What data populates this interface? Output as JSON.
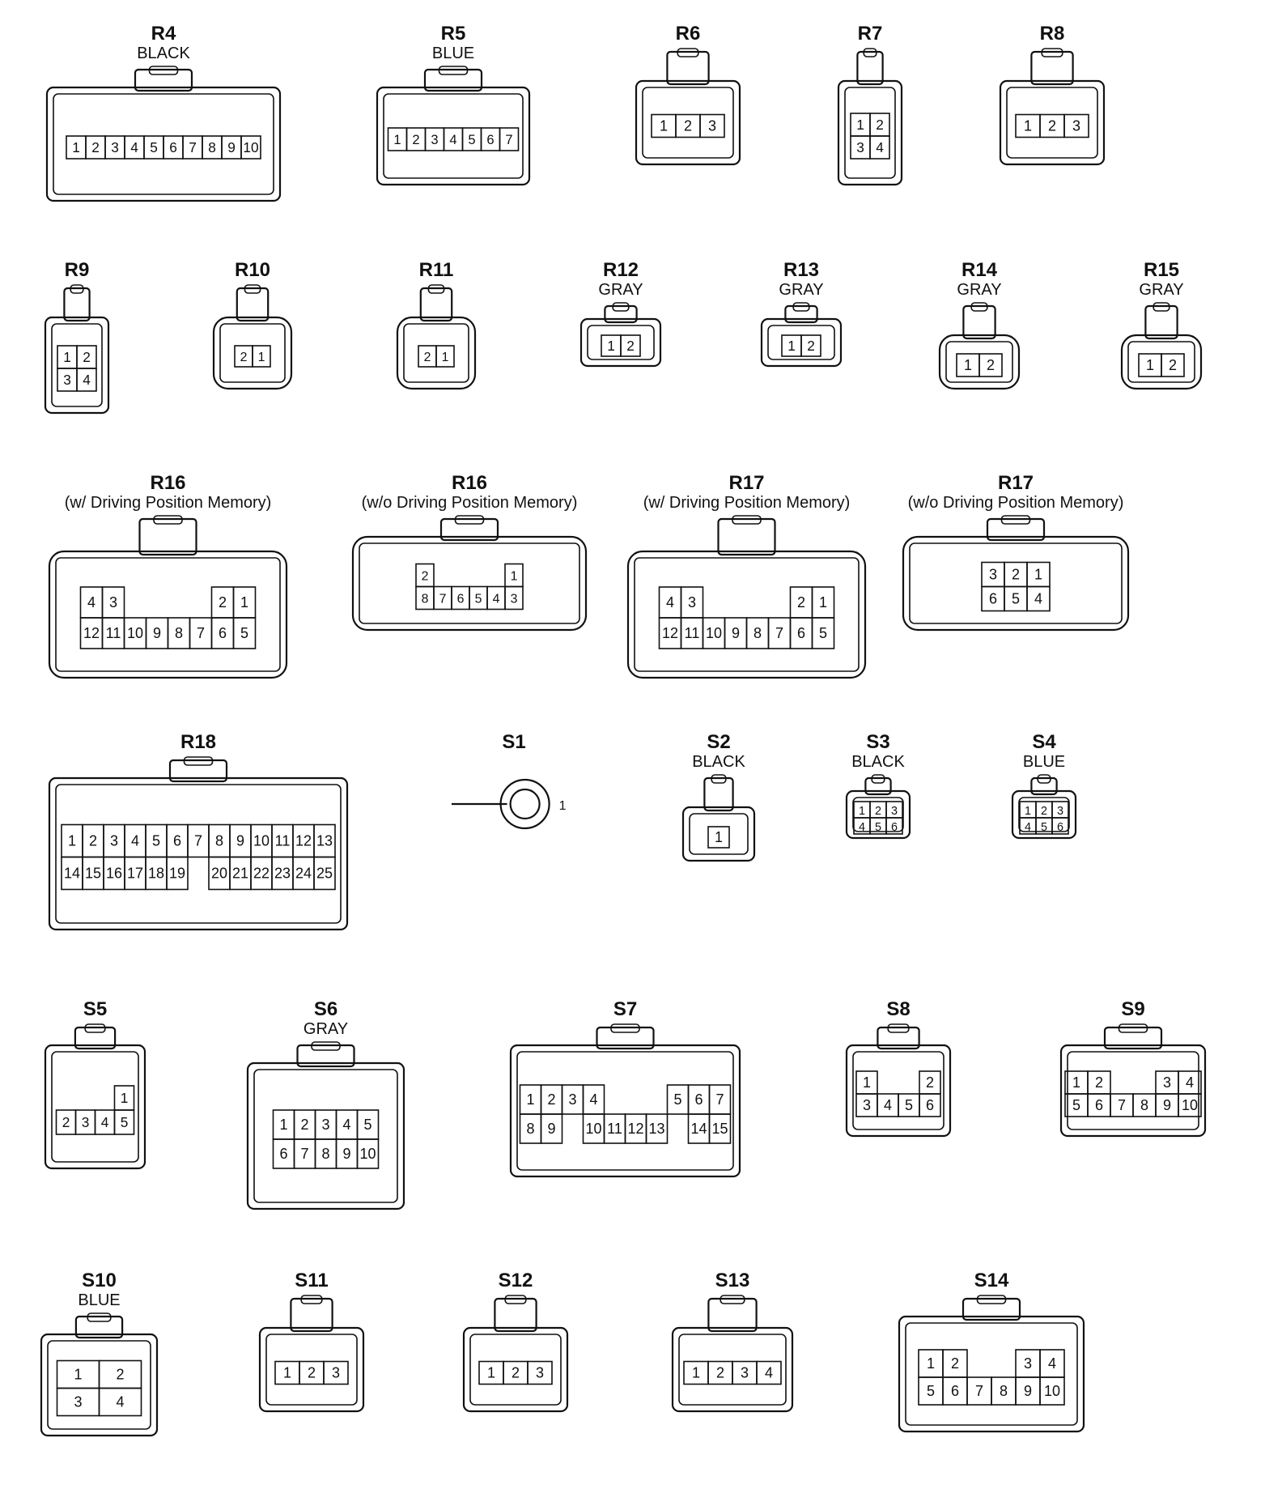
{
  "connectors": [
    {
      "id": "r4",
      "code": "R4",
      "sub": "BLACK",
      "rows": [
        [
          "1",
          "2",
          "3",
          "4",
          "5",
          "6",
          "7",
          "8",
          "9",
          "10"
        ]
      ]
    },
    {
      "id": "r5",
      "code": "R5",
      "sub": "BLUE",
      "rows": [
        [
          "1",
          "2",
          "3",
          "4",
          "5",
          "6",
          "7"
        ]
      ]
    },
    {
      "id": "r6",
      "code": "R6",
      "sub": "",
      "rows": [
        [
          "1",
          "2",
          "3"
        ]
      ]
    },
    {
      "id": "r7",
      "code": "R7",
      "sub": "",
      "rows": [
        [
          "1",
          "2"
        ],
        [
          "3",
          "4"
        ]
      ]
    },
    {
      "id": "r8",
      "code": "R8",
      "sub": "",
      "rows": [
        [
          "1",
          "2",
          "3"
        ]
      ]
    },
    {
      "id": "r9",
      "code": "R9",
      "sub": "",
      "rows": [
        [
          "1",
          "2"
        ],
        [
          "3",
          "4"
        ]
      ]
    },
    {
      "id": "r10",
      "code": "R10",
      "sub": "",
      "rows": [
        [
          "2",
          "1"
        ]
      ]
    },
    {
      "id": "r11",
      "code": "R11",
      "sub": "",
      "rows": [
        [
          "2",
          "1"
        ]
      ]
    },
    {
      "id": "r12",
      "code": "R12",
      "sub": "GRAY",
      "rows": [
        [
          "1",
          "2"
        ]
      ]
    },
    {
      "id": "r13",
      "code": "R13",
      "sub": "GRAY",
      "rows": [
        [
          "1",
          "2"
        ]
      ]
    },
    {
      "id": "r14",
      "code": "R14",
      "sub": "GRAY",
      "rows": [
        [
          "1",
          "2"
        ]
      ]
    },
    {
      "id": "r15",
      "code": "R15",
      "sub": "GRAY",
      "rows": [
        [
          "1",
          "2"
        ]
      ]
    },
    {
      "id": "r16a",
      "code": "R16",
      "sub": "(w/ Driving Position Memory)",
      "rows": [
        [
          "4",
          "3",
          "",
          "",
          "",
          "",
          "2",
          "1"
        ],
        [
          "12",
          "11",
          "10",
          "9",
          "8",
          "7",
          "6",
          "5"
        ]
      ]
    },
    {
      "id": "r16b",
      "code": "R16",
      "sub": "(w/o Driving Position Memory)",
      "rows": [
        [
          "2",
          "",
          "",
          "",
          "",
          "1"
        ],
        [
          "8",
          "7",
          "6",
          "5",
          "4",
          "3"
        ]
      ]
    },
    {
      "id": "r17a",
      "code": "R17",
      "sub": "(w/ Driving Position Memory)",
      "rows": [
        [
          "4",
          "3",
          "",
          "",
          "",
          "",
          "2",
          "1"
        ],
        [
          "12",
          "11",
          "10",
          "9",
          "8",
          "7",
          "6",
          "5"
        ]
      ]
    },
    {
      "id": "r17b",
      "code": "R17",
      "sub": "(w/o Driving Position Memory)",
      "rows": [
        [
          "3",
          "2",
          "1"
        ],
        [
          "6",
          "5",
          "4"
        ]
      ]
    },
    {
      "id": "r18",
      "code": "R18",
      "sub": "",
      "rows": [
        [
          "1",
          "2",
          "3",
          "4",
          "5",
          "6",
          "7",
          "8",
          "9",
          "10",
          "11",
          "12",
          "13"
        ],
        [
          "14",
          "15",
          "16",
          "17",
          "18",
          "19",
          "",
          "20",
          "21",
          "22",
          "23",
          "24",
          "25"
        ]
      ]
    },
    {
      "id": "s1",
      "code": "S1",
      "sub": "",
      "rows": [
        [
          "1"
        ]
      ]
    },
    {
      "id": "s2",
      "code": "S2",
      "sub": "BLACK",
      "rows": [
        [
          "1"
        ]
      ]
    },
    {
      "id": "s3",
      "code": "S3",
      "sub": "BLACK",
      "rows": [
        [
          "1",
          "2",
          "3"
        ],
        [
          "4",
          "5",
          "6"
        ]
      ]
    },
    {
      "id": "s4",
      "code": "S4",
      "sub": "BLUE",
      "rows": [
        [
          "1",
          "2",
          "3"
        ],
        [
          "4",
          "5",
          "6"
        ]
      ]
    },
    {
      "id": "s5",
      "code": "S5",
      "sub": "",
      "rows": [
        [
          "",
          "",
          "",
          "1"
        ],
        [
          "2",
          "3",
          "4",
          "5"
        ]
      ]
    },
    {
      "id": "s6",
      "code": "S6",
      "sub": "GRAY",
      "rows": [
        [
          "1",
          "2",
          "3",
          "4",
          "5"
        ],
        [
          "6",
          "7",
          "8",
          "9",
          "10"
        ]
      ]
    },
    {
      "id": "s7",
      "code": "S7",
      "sub": "",
      "rows": [
        [
          "1",
          "2",
          "3",
          "4",
          "",
          "",
          "",
          "5",
          "6",
          "7"
        ],
        [
          "8",
          "9",
          "",
          "10",
          "11",
          "12",
          "13",
          "",
          "14",
          "15"
        ]
      ]
    },
    {
      "id": "s8",
      "code": "S8",
      "sub": "",
      "rows": [
        [
          "1",
          "",
          "",
          "2"
        ],
        [
          "3",
          "4",
          "5",
          "6"
        ]
      ]
    },
    {
      "id": "s9",
      "code": "S9",
      "sub": "",
      "rows": [
        [
          "1",
          "2",
          "",
          "",
          "3",
          "4"
        ],
        [
          "5",
          "6",
          "7",
          "8",
          "9",
          "10"
        ]
      ]
    },
    {
      "id": "s10",
      "code": "S10",
      "sub": "BLUE",
      "rows": [
        [
          "1",
          "2"
        ],
        [
          "3",
          "4"
        ]
      ]
    },
    {
      "id": "s11",
      "code": "S11",
      "sub": "",
      "rows": [
        [
          "1",
          "2",
          "3"
        ]
      ]
    },
    {
      "id": "s12",
      "code": "S12",
      "sub": "",
      "rows": [
        [
          "1",
          "2",
          "3"
        ]
      ]
    },
    {
      "id": "s13",
      "code": "S13",
      "sub": "",
      "rows": [
        [
          "1",
          "2",
          "3",
          "4"
        ]
      ]
    },
    {
      "id": "s14",
      "code": "S14",
      "sub": "",
      "rows": [
        [
          "1",
          "2",
          "",
          "",
          "3",
          "4"
        ],
        [
          "5",
          "6",
          "7",
          "8",
          "9",
          "10"
        ]
      ]
    }
  ]
}
